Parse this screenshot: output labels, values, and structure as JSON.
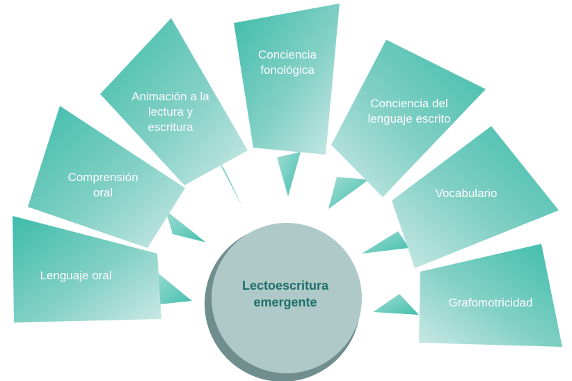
{
  "diagram": {
    "center": {
      "line1": "Lectoescritura",
      "line2": "emergente"
    },
    "nodes": [
      {
        "id": "lenguaje-oral",
        "lines": [
          "Lenguaje oral"
        ]
      },
      {
        "id": "comprension-oral",
        "lines": [
          "Comprensión",
          "oral"
        ]
      },
      {
        "id": "animacion-lectura",
        "lines": [
          "Animación a la",
          "lectura y",
          "escritura"
        ]
      },
      {
        "id": "conciencia-fonologica",
        "lines": [
          "Conciencia",
          "fonológica"
        ]
      },
      {
        "id": "conciencia-lenguaje-escrito",
        "lines": [
          "Conciencia del",
          "lenguaje escrito"
        ]
      },
      {
        "id": "vocabulario",
        "lines": [
          "Vocabulario"
        ]
      },
      {
        "id": "grafomotricidad",
        "lines": [
          "Grafomotricidad"
        ]
      }
    ]
  },
  "colors": {
    "petal_dark": "#3dbcaa",
    "petal_light": "#cbe9e6",
    "center_fill": "#afc9c9",
    "center_shadow": "#6f8e8d",
    "center_text": "#1f6f6a",
    "label_text": "#ffffff"
  }
}
